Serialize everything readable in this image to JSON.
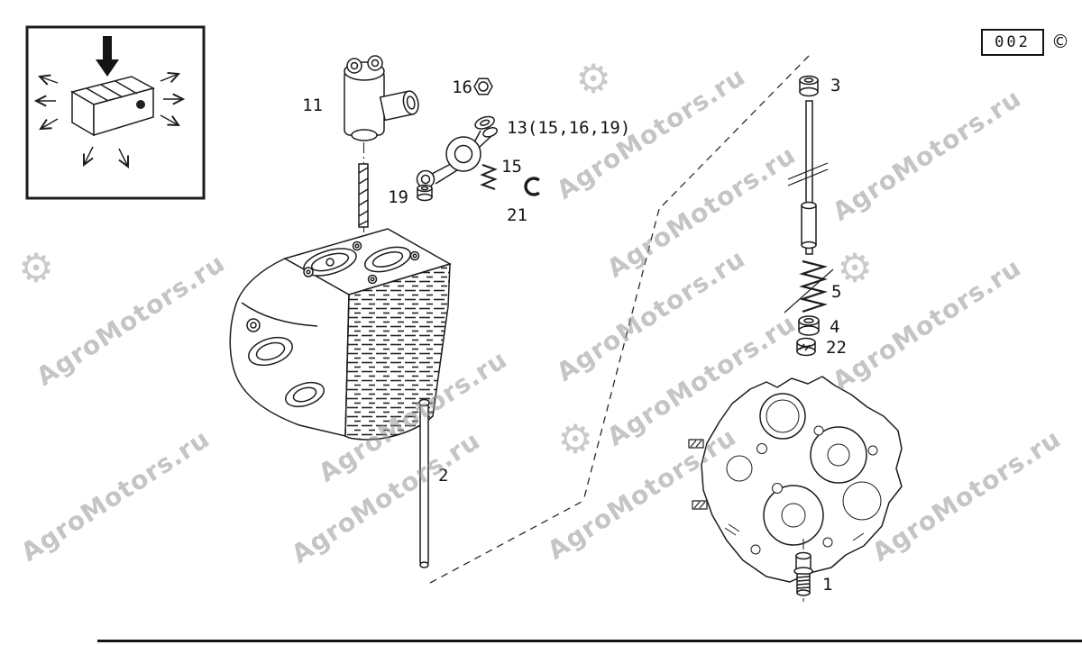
{
  "page": {
    "number": "002",
    "copyright": "©"
  },
  "watermark": {
    "text": "AgroMotors.ru",
    "gear": "⚙"
  },
  "parts": {
    "p1": {
      "label": "1"
    },
    "p2": {
      "label": "2"
    },
    "p3": {
      "label": "3"
    },
    "p4": {
      "label": "4"
    },
    "p5": {
      "label": "5"
    },
    "p11": {
      "label": "11"
    },
    "p13": {
      "label": "13(15,16,19)"
    },
    "p15": {
      "label": "15"
    },
    "p16": {
      "label": "16"
    },
    "p19": {
      "label": "19"
    },
    "p21": {
      "label": "21"
    },
    "p22": {
      "label": "22"
    }
  }
}
